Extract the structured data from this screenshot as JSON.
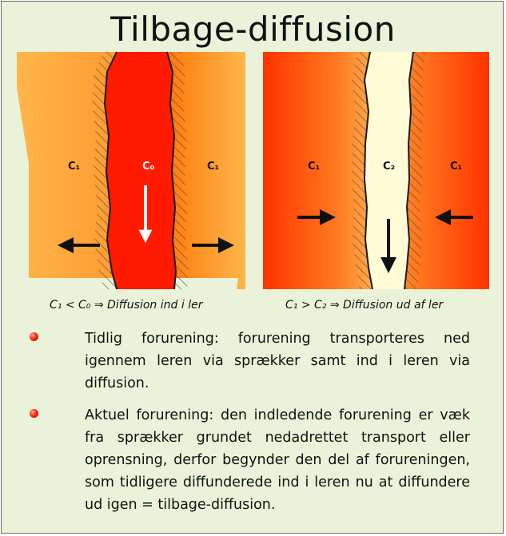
{
  "slide": {
    "title": "Tilbage-diffusion"
  },
  "figures": [
    {
      "labels": {
        "left": "C₁",
        "center": "C₀",
        "right": "C₁"
      },
      "caption": "C₁ < C₀ ⇒ Diffusion ind i ler",
      "colors": {
        "fracture": "#ff1a00",
        "clay_edge": "#ff6600",
        "clay_mid": "#ffb040"
      }
    },
    {
      "labels": {
        "left": "C₁",
        "center": "C₂",
        "right": "C₁"
      },
      "caption": "C₁ > C₂ ⇒ Diffusion ud af ler",
      "colors": {
        "fracture": "#fffbd6",
        "clay_edge": "#ff3300",
        "clay_mid": "#ff9a40"
      }
    }
  ],
  "bullets": [
    "Tidlig forurening: forurening transporteres ned igennem leren via sprækker samt ind i leren via diffusion.",
    "Aktuel forurening: den indledende forurening er væk fra sprækker grundet nedadrettet transport eller oprensning, derfor begynder den del af forureningen, som tidligere diffunderede ind i leren nu at diffundere ud igen = tilbage-diffusion."
  ]
}
